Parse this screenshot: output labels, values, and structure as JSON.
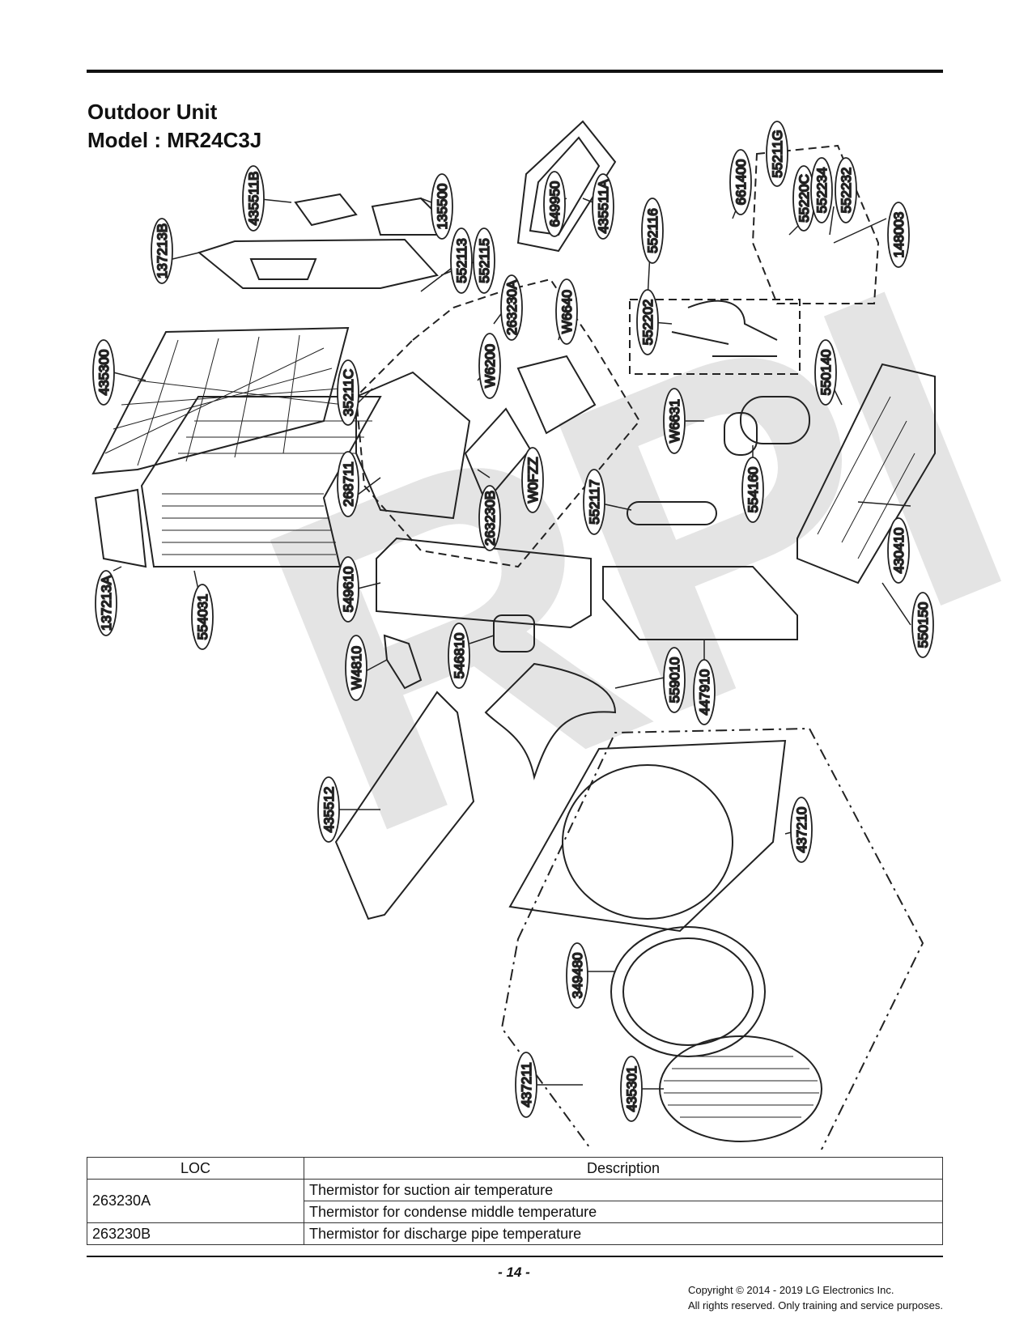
{
  "header": {
    "title_line1": "Outdoor Unit",
    "title_line2": "Model : MR24C3J"
  },
  "watermark": "RPI",
  "diagram": {
    "part_labels": [
      "435511B",
      "135500",
      "649950",
      "435511A",
      "552116",
      "661400",
      "55211G",
      "55220C",
      "552234",
      "552232",
      "148003",
      "137213B",
      "552113",
      "552115",
      "263230A",
      "W6640",
      "552202",
      "435300",
      "35211C",
      "W6200",
      "550140",
      "W6631",
      "268711",
      "263230B",
      "W0FZZ",
      "552117",
      "554160",
      "430410",
      "137213A",
      "554031",
      "549610",
      "550150",
      "W4810",
      "546810",
      "447910",
      "559010",
      "435512",
      "437210",
      "349480",
      "437211",
      "435301"
    ]
  },
  "table": {
    "headers": [
      "LOC",
      "Description"
    ],
    "rows": [
      {
        "loc": "263230A",
        "descriptions": [
          "Thermistor for suction air temperature",
          "Thermistor for condense middle temperature"
        ]
      },
      {
        "loc": "263230B",
        "descriptions": [
          "Thermistor for discharge pipe temperature"
        ]
      }
    ]
  },
  "footer": {
    "page_number": "- 14 -",
    "copyright_line1": "Copyright © 2014 - 2019 LG Electronics Inc.",
    "copyright_line2": "All rights reserved. Only training and service purposes."
  }
}
